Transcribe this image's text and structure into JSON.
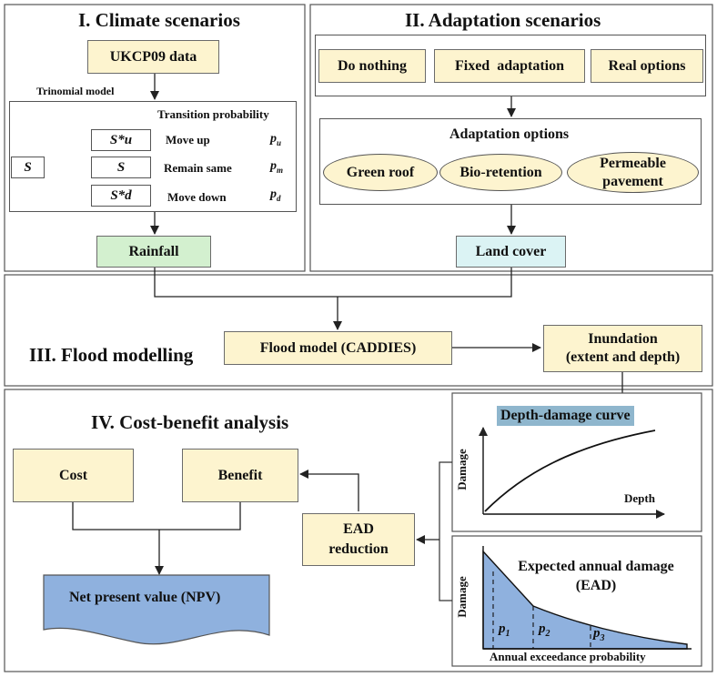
{
  "sections": {
    "climate": "I. Climate scenarios",
    "adaptation": "II. Adaptation scenarios",
    "flood": "III. Flood modelling",
    "cost": "IV. Cost-benefit analysis"
  },
  "climate": {
    "ukcp": "UKCP09 data",
    "trinomial": "Trinomial model",
    "transition": "Transition probability",
    "s": "S",
    "states": [
      {
        "node": "S*u",
        "label": "Move up",
        "prob": "p",
        "sub": "u"
      },
      {
        "node": "S",
        "label": "Remain same",
        "prob": "p",
        "sub": "m"
      },
      {
        "node": "S*d",
        "label": "Move down",
        "prob": "p",
        "sub": "d"
      }
    ],
    "rainfall": "Rainfall"
  },
  "adaptation": {
    "scenarios": [
      "Do nothing",
      "Fixed  adaptation",
      "Real options"
    ],
    "options_title": "Adaptation options",
    "options": [
      "Green roof",
      "Bio-retention",
      "Permeable pavement"
    ],
    "landcover": "Land cover"
  },
  "flood": {
    "model": "Flood model (CADDIES)",
    "inundation_line1": "Inundation",
    "inundation_line2": "(extent and depth)"
  },
  "cost": {
    "cost": "Cost",
    "benefit": "Benefit",
    "ead_line1": "EAD",
    "ead_line2": "reduction",
    "npv": "Net present value (NPV)"
  },
  "ddc": {
    "title": "Depth-damage curve",
    "ylabel": "Damage",
    "xlabel": "Depth"
  },
  "ead": {
    "title_line1": "Expected annual damage",
    "title_line2": "(EAD)",
    "ylabel": "Damage",
    "xlabel": "Annual exceedance probability",
    "areas": [
      {
        "p": "p",
        "sub": "1"
      },
      {
        "p": "p",
        "sub": "2"
      },
      {
        "p": "p",
        "sub": "3"
      }
    ]
  },
  "colors": {
    "yellow": "#fdf4cf",
    "green": "#d3f0cf",
    "cyan": "#dbf3f4",
    "blue": "#8fb1de",
    "title_highlight": "#8fb6cd"
  }
}
